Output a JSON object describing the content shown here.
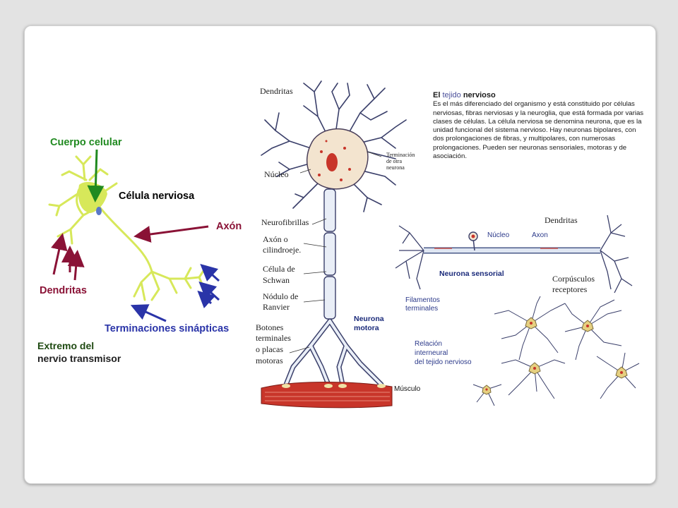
{
  "left_diagram": {
    "cuerpo_celular": "Cuerpo celular",
    "celula_nerviosa": "Célula nerviosa",
    "axon": "Axón",
    "dendritas": "Dendritas",
    "terminaciones": "Terminaciones sinápticas",
    "extremo_line1": "Extremo del",
    "extremo_line2": "nervio transmisor"
  },
  "right_diagram": {
    "text_title_prefix": "El",
    "text_title_link": "tejido",
    "text_title_bold": "nervioso",
    "text_body": "Es el más diferenciado del organismo y está constituido por células nerviosas, fibras nerviosas y la neuroglia, que está formada por varias clases de células. La célula nerviosa se denomina neurona, que es la unidad funcional del sistema nervioso. Hay neuronas bipolares, con dos prolongaciones de fibras, y multipolares, con numerosas prolongaciones. Pueden ser neuronas sensoriales, motoras y de asociación.",
    "motor_labels": {
      "dendritas": "Dendritas",
      "terminacion_1": "Terminación",
      "terminacion_2": "de otra",
      "terminacion_3": "neurona",
      "nucleo": "Núcleo",
      "neurofibrillas": "Neurofibrillas",
      "axon_1": "Axón o",
      "axon_2": "cilindroeje.",
      "schwan_1": "Célula de",
      "schwan_2": "Schwan",
      "nodulo_1": "Nódulo de",
      "nodulo_2": "Ranvier",
      "botones_1": "Botones",
      "botones_2": "terminales",
      "botones_3": "o placas",
      "botones_4": "motoras",
      "neurona_motora_1": "Neurona",
      "neurona_motora_2": "motora",
      "musculo": "Músculo"
    },
    "sensory_labels": {
      "dendritas": "Dendritas",
      "nucleo": "Núcleo",
      "axon": "Axon",
      "neurona_sensorial": "Neurona sensorial",
      "corpusculos_1": "Corpúsculos",
      "corpusculos_2": "receptores",
      "filamentos_1": "Filamentos",
      "filamentos_2": "terminales",
      "relacion_1": "Relación",
      "relacion_2": "interneural",
      "relacion_3": "del tejido nervioso"
    }
  },
  "colors": {
    "green_label": "#208a20",
    "maroon_label": "#8a1236",
    "blue_label": "#2a34a8",
    "neuron_yellow": "#d7e85a",
    "muscle_red": "#c8352a"
  }
}
